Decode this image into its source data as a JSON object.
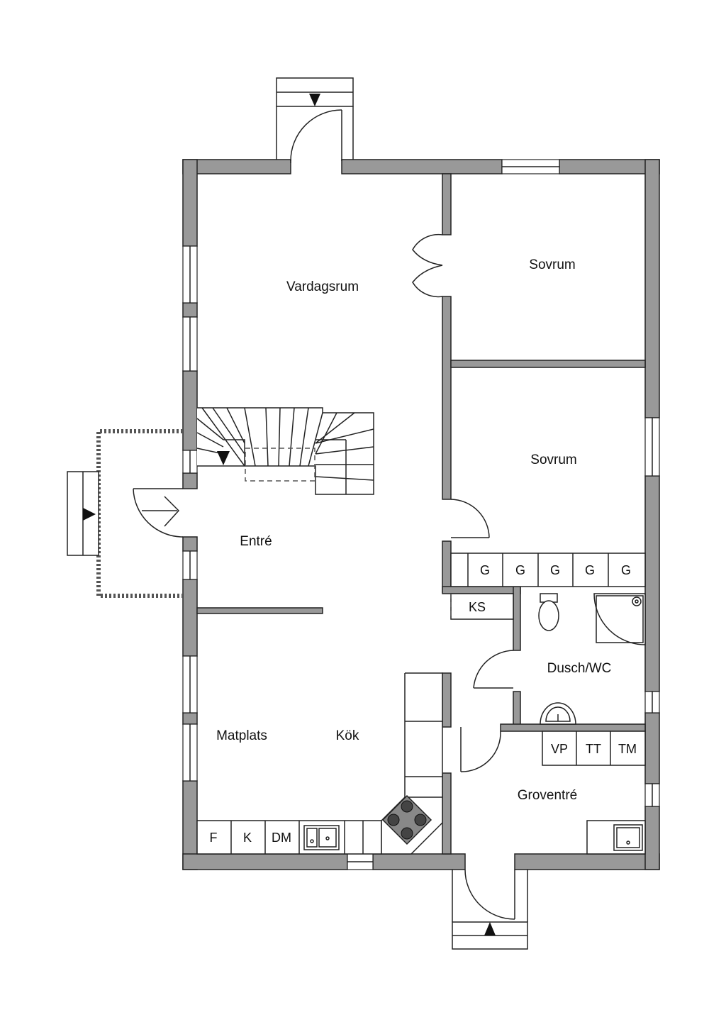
{
  "rooms": {
    "vardagsrum": "Vardagsrum",
    "sovrum_1": "Sovrum",
    "sovrum_2": "Sovrum",
    "entre": "Entré",
    "matplats": "Matplats",
    "kok": "Kök",
    "dusch_wc": "Dusch/WC",
    "groventre": "Groventré"
  },
  "closets": {
    "wardrobes": [
      "G",
      "G",
      "G",
      "G",
      "G"
    ],
    "ks": "KS"
  },
  "kitchen_units": {
    "fridge": "F",
    "freezer": "K",
    "dishwasher": "DM"
  },
  "laundry_units": {
    "washer": "VP",
    "dryer": "TT",
    "tumbler": "TM"
  },
  "colors": {
    "wall_fill": "#999999",
    "line": "#222222"
  }
}
